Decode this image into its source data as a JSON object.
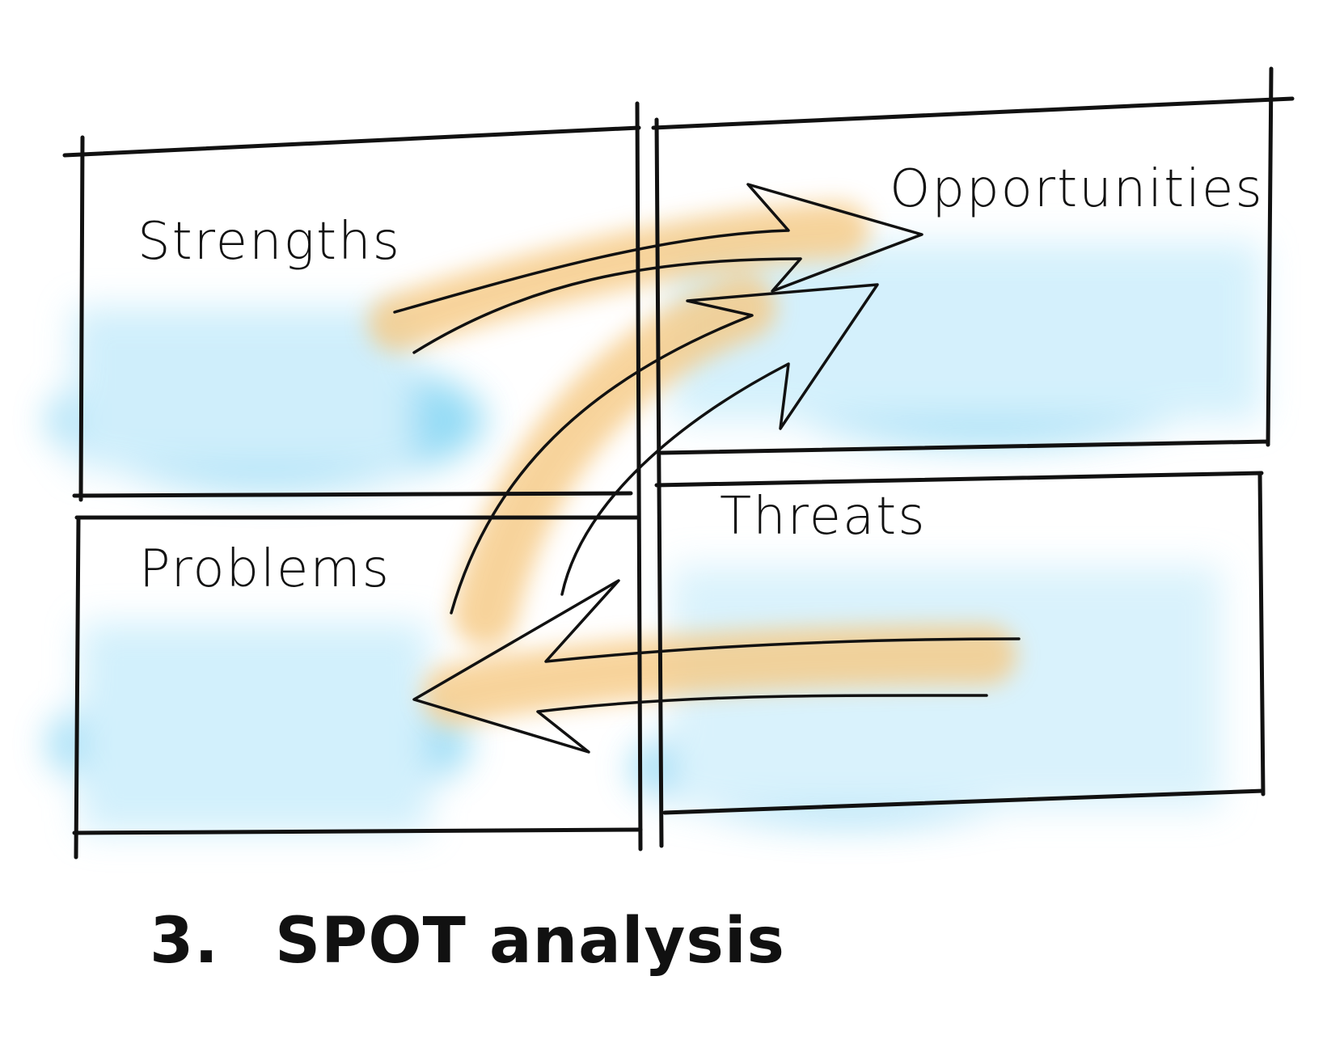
{
  "diagram": {
    "quadrants": {
      "top_left": {
        "label": "Strengths"
      },
      "top_right": {
        "label": "Opportunities"
      },
      "bottom_left": {
        "label": "Problems"
      },
      "bottom_right": {
        "label": "Threats"
      }
    },
    "caption": {
      "number": "3.",
      "text": "SPOT analysis"
    },
    "colors": {
      "ink": "#111111",
      "box_wash": "#5cc8ee",
      "arrow_wash": "#f5c57a",
      "background": "#ffffff"
    }
  }
}
